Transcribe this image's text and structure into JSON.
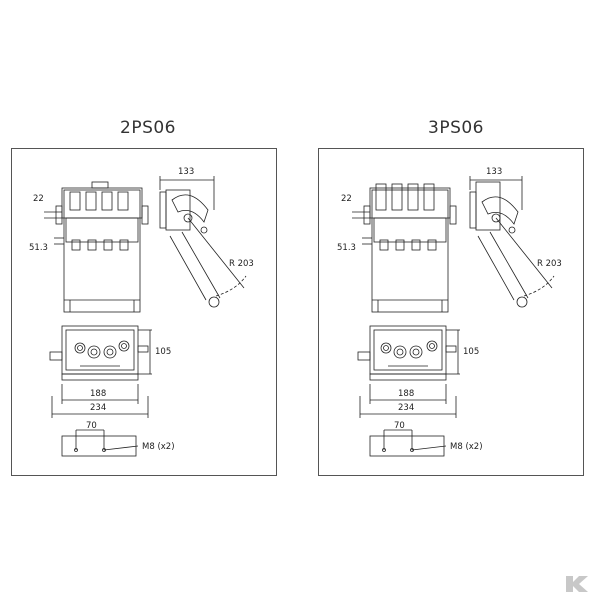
{
  "panels": [
    {
      "title": "2PS06",
      "dims": {
        "d133": "133",
        "d22": "22",
        "d51": "51.3",
        "radius": "R 203",
        "d105": "105",
        "d188": "188",
        "d234": "234",
        "d70": "70",
        "thread": "M8  (x2)"
      }
    },
    {
      "title": "3PS06",
      "dims": {
        "d133": "133",
        "d22": "22",
        "d51": "51.3",
        "radius": "R 203",
        "d105": "105",
        "d188": "188",
        "d234": "234",
        "d70": "70",
        "thread": "M8  (x2)"
      }
    }
  ],
  "brand": {
    "icon": "k-logo-icon",
    "color": "#c8c8c8"
  }
}
